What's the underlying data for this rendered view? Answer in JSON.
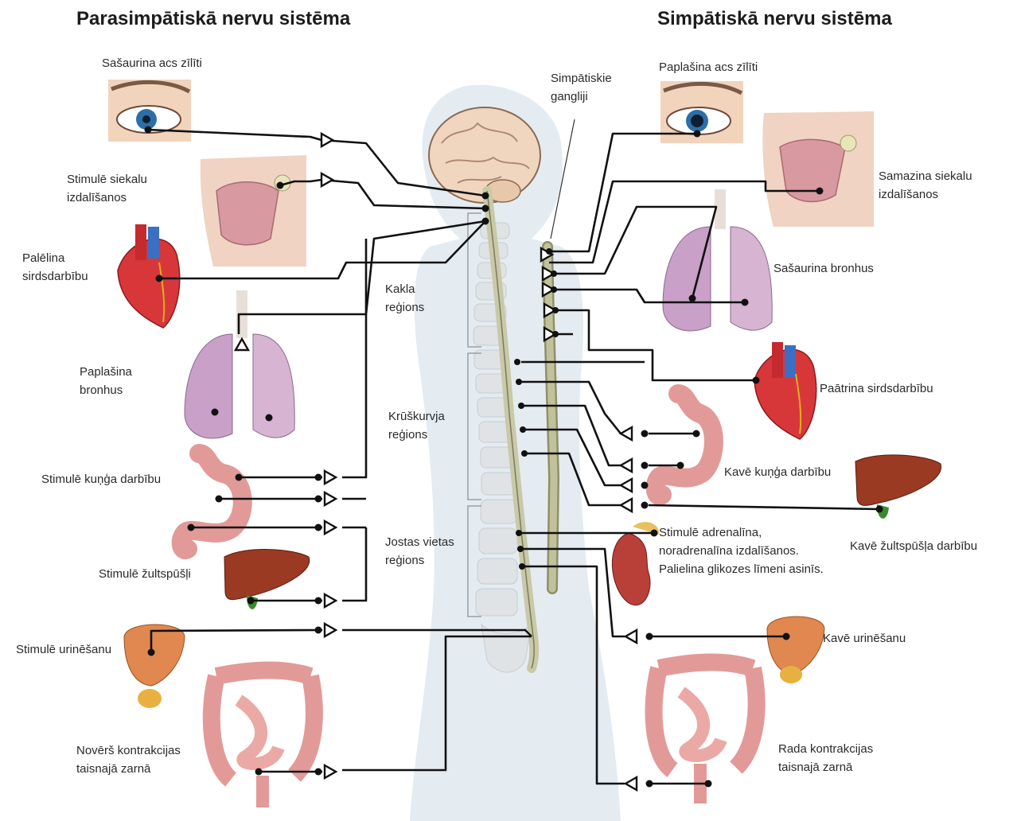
{
  "titles": {
    "left": "Parasimpātiskā nervu sistēma",
    "right": "Simpātiskā nervu sistēma"
  },
  "parasympathetic": {
    "pupils": "Sašaurina acs zīlīti",
    "saliva": [
      "Stimulē siekalu",
      "izdalīšanos"
    ],
    "heart": [
      "Palēlina",
      "sirdsdarbību"
    ],
    "bronchi": [
      "Paplašina",
      "bronhus"
    ],
    "stomach": "Stimulē kuņģa darbību",
    "gallbladder": "Stimulē žultspūšļi",
    "urination": "Stimulē urinēšanu",
    "rectum": [
      "Novērš kontrakcijas",
      "taisnajā zarnā"
    ]
  },
  "sympathetic": {
    "pupils": "Paplašina acs zīlīti",
    "saliva": [
      "Samazina siekalu",
      "izdalīšanos"
    ],
    "bronchi": "Sašaurina bronhus",
    "heart": "Paātrina sirdsdarbību",
    "stomach": "Kavē kuņģa darbību",
    "gallbladder": "Kavē žultspūšļa darbību",
    "adrenal": [
      "Stimulē adrenalīna,",
      "noradrenalīna izdalīšanos.",
      "Palielina glikozes līmeni asinīs."
    ],
    "urination": "Kavē urinēšanu",
    "rectum": [
      "Rada kontrakcijas",
      "taisnajā zarnā"
    ]
  },
  "ganglia": [
    "Simpātiskie",
    "gangliji"
  ],
  "regions": {
    "cervical": [
      "Kakla",
      "reģions"
    ],
    "thoracic": [
      "Krūškurvja",
      "reģions"
    ],
    "lumbar": [
      "Jostas vietas",
      "reģions"
    ]
  }
}
